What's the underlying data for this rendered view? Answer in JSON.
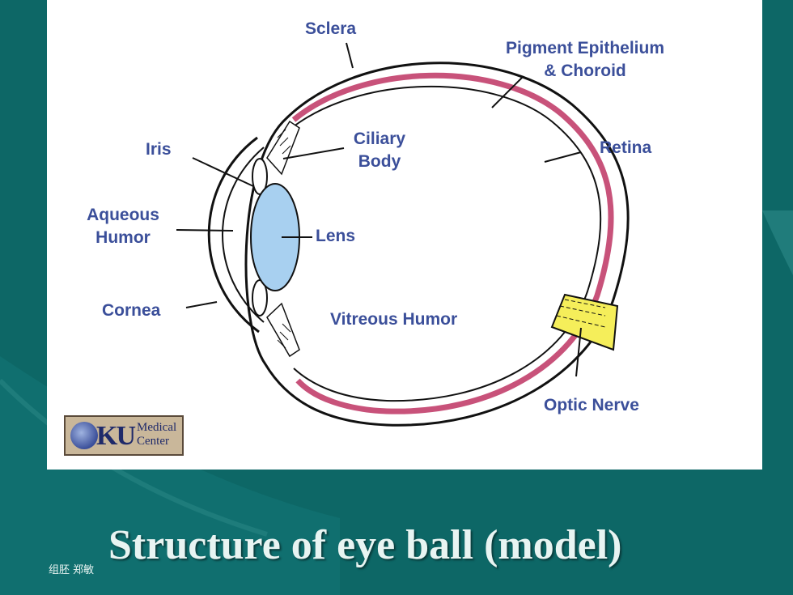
{
  "labels": {
    "sclera": "Sclera",
    "pigment_line1": "Pigment Epithelium",
    "pigment_line2": "& Choroid",
    "iris": "Iris",
    "ciliary_line1": "Ciliary",
    "ciliary_line2": "Body",
    "retina": "Retina",
    "aqueous_line1": "Aqueous",
    "aqueous_line2": "Humor",
    "lens": "Lens",
    "cornea": "Cornea",
    "vitreous": "Vitreous Humor",
    "optic_nerve": "Optic Nerve"
  },
  "logo": {
    "mark": "KU",
    "line1": "Medical",
    "line2": "Center"
  },
  "title": "Structure of eye ball (model)",
  "footer_author": "组胚 郑敏",
  "colors": {
    "background": "#0d6766",
    "label": "#3b4f9a",
    "choroid": "#c8527a",
    "lens": "#a8d0f0",
    "optic_nerve": "#f5ee5a",
    "title": "#e8f4f2"
  }
}
